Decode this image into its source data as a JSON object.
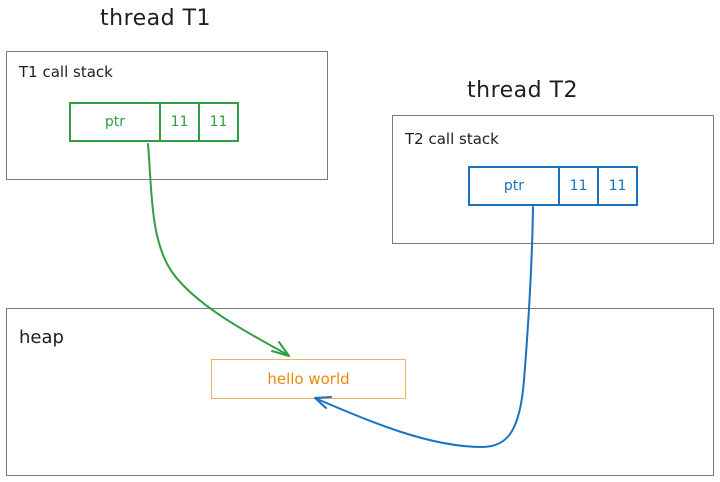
{
  "thread1": {
    "title": "thread T1",
    "stack_label": "T1 call stack",
    "cells": [
      "ptr",
      "11",
      "11"
    ]
  },
  "thread2": {
    "title": "thread T2",
    "stack_label": "T2 call stack",
    "cells": [
      "ptr",
      "11",
      "11"
    ]
  },
  "heap": {
    "label": "heap",
    "value": "hello world"
  },
  "colors": {
    "t1": "#2f9e44",
    "t2": "#1971c2",
    "heap_value": "#e8890c",
    "heap_border": "#f0b25a"
  }
}
